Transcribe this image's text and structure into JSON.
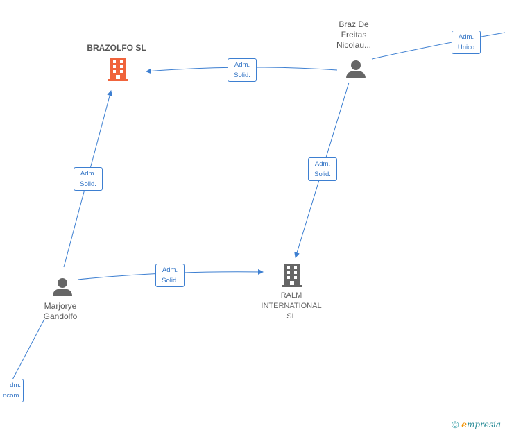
{
  "nodes": {
    "brazolfo": {
      "label": "BRAZOLFO  SL",
      "color": "#f0643c"
    },
    "braz": {
      "label_lines": [
        "Braz De",
        "Freitas",
        "Nicolau..."
      ]
    },
    "marjorye": {
      "label_lines": [
        "Marjorye",
        "Gandolfo"
      ]
    },
    "ralm": {
      "label_lines": [
        "RALM",
        "INTERNATIONAL",
        "SL"
      ],
      "color": "#666666"
    }
  },
  "edges": {
    "braz_brazolfo": [
      "Adm.",
      "Solid."
    ],
    "braz_ralm": [
      "Adm.",
      "Solid."
    ],
    "braz_offscreen": [
      "Adm.",
      "Unico"
    ],
    "marjorye_brazolfo": [
      "Adm.",
      "Solid."
    ],
    "marjorye_ralm": [
      "Adm.",
      "Solid."
    ],
    "offscreen_marjorye": [
      "dm.",
      "ncom."
    ]
  },
  "colors": {
    "edge": "#3d7fd1",
    "person": "#666666"
  },
  "credit": {
    "symbol": "©",
    "brand_initial": "e",
    "brand_rest": "mpresia"
  }
}
